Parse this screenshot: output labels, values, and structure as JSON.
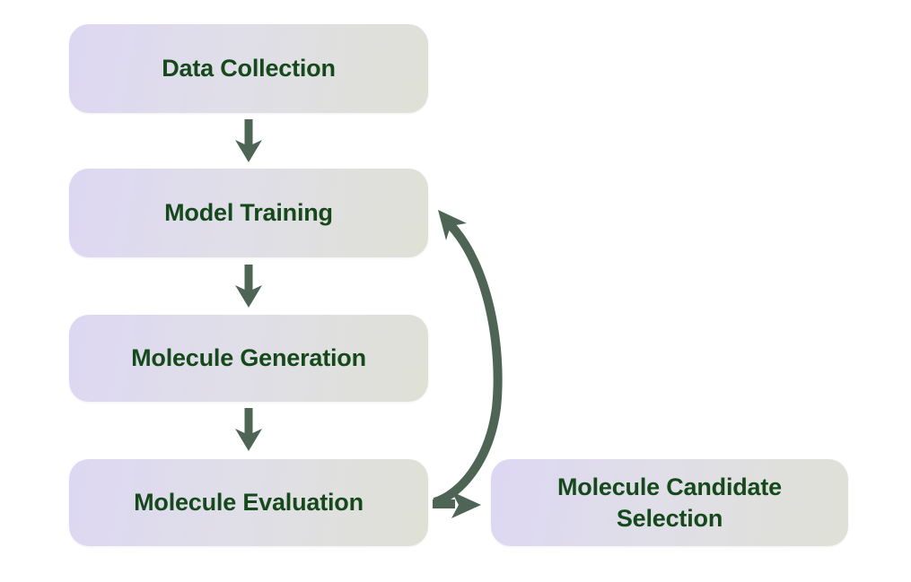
{
  "diagram": {
    "theme": {
      "background": "#ffffff",
      "box_gradient_start": "#ddd7f3",
      "box_gradient_end": "#dfe1d6",
      "label_color": "#15491b",
      "arrow": "#4e6455"
    },
    "nodes": [
      {
        "id": "data-collection",
        "label": "Data Collection"
      },
      {
        "id": "model-training",
        "label": "Model Training"
      },
      {
        "id": "molecule-generation",
        "label": "Molecule Generation"
      },
      {
        "id": "molecule-evaluation",
        "label": "Molecule Evaluation"
      },
      {
        "id": "molecule-candidate-selection",
        "label": "Molecule Candidate Selection"
      }
    ],
    "edges": [
      {
        "from": "Data Collection",
        "to": "Model Training",
        "type": "straight-down"
      },
      {
        "from": "Model Training",
        "to": "Molecule Generation",
        "type": "straight-down"
      },
      {
        "from": "Molecule Generation",
        "to": "Molecule Evaluation",
        "type": "straight-down"
      },
      {
        "from": "Molecule Evaluation",
        "to": "Model Training",
        "type": "curved-feedback-up"
      },
      {
        "from": "Molecule Evaluation",
        "to": "Molecule Candidate Selection",
        "type": "straight-right"
      }
    ]
  }
}
